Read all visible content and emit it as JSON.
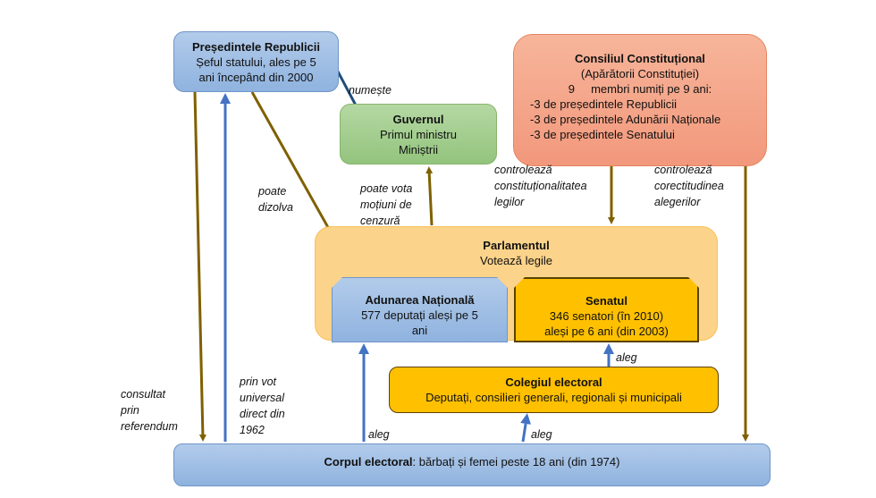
{
  "diagram": {
    "presedinte": {
      "title": "Președintele Republicii",
      "lines": [
        "Șeful statului, ales pe 5",
        "ani începând din 2000"
      ]
    },
    "consiliu": {
      "title": "Consiliul Constituțional",
      "subtitle": "(Apărătorii Constituției)",
      "members": "9     membri numiți pe 9 ani:",
      "items": [
        "-3 de președintele Republicii",
        "-3 de președintele Adunării Naționale",
        "-3 de președintele Senatului"
      ]
    },
    "guvern": {
      "title": "Guvernul",
      "lines": [
        "Primul ministru",
        "Miniștrii"
      ]
    },
    "parlament": {
      "title": "Parlamentul",
      "subtitle": "Votează legile"
    },
    "adunare": {
      "title": "Adunarea Națională",
      "lines": [
        "577 deputați aleși pe 5",
        "ani"
      ]
    },
    "senat": {
      "title": "Senatul",
      "lines": [
        "346 senatori (în 2010)",
        "aleși pe 6 ani (din 2003)"
      ]
    },
    "colegiu": {
      "title": "Colegiul electoral",
      "line": "Deputați, consilieri generali, regionali și municipali"
    },
    "corp": {
      "title": "Corpul electoral",
      "text": ": bărbați și femei peste 18 ani (din 1974)"
    },
    "labels": {
      "numeste": "numește",
      "poate_dizolva": [
        "poate",
        "dizolva"
      ],
      "motiuni": [
        "poate vota",
        "moțiuni de",
        "cenzură"
      ],
      "controleaza_const": [
        "controlează",
        "constituționalitatea",
        "legilor"
      ],
      "controleaza_alegeri": [
        "controlează",
        "corectitudinea",
        "alegerilor"
      ],
      "referendum": [
        "consultat",
        "prin",
        "referendum"
      ],
      "vot_universal": [
        "prin vot",
        "universal",
        "direct din",
        "1962"
      ],
      "aleg_adunare": "aleg",
      "aleg_colegiu": "aleg",
      "aleg_senat": "aleg"
    },
    "colors": {
      "arrow_brown": "#7f6000",
      "arrow_blue": "#4472c4",
      "arrow_navy": "#1f4e79"
    }
  }
}
